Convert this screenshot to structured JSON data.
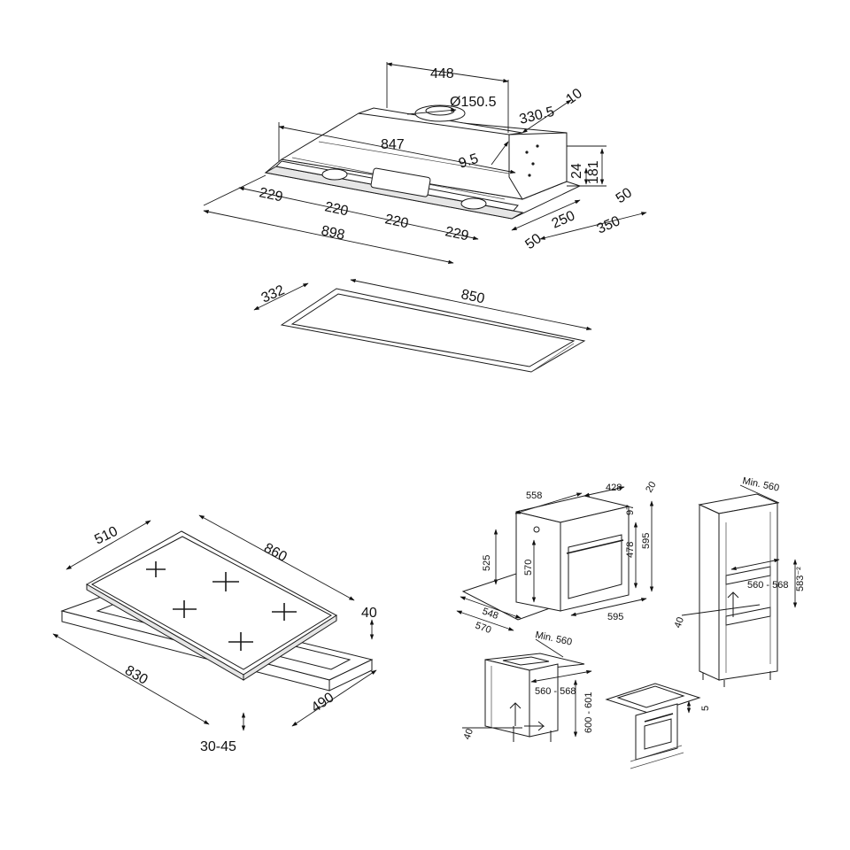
{
  "hood": {
    "w448": "448",
    "d150": "Ø150.5",
    "w10": "10",
    "w330": "330.5",
    "w847": "847",
    "w95": "9.5",
    "h24": "24",
    "h181": "181",
    "w229a": "229",
    "w220a": "220",
    "w220b": "220",
    "w229b": "229",
    "w898": "898",
    "w50a": "50",
    "w250": "250",
    "w350": "350",
    "w50b": "50"
  },
  "cutout_hood": {
    "w850": "850",
    "d332": "332"
  },
  "hob": {
    "w510": "510",
    "w860": "860",
    "h40": "40",
    "w830": "830",
    "w490": "490",
    "h3045": "30-45"
  },
  "oven": {
    "w558": "558",
    "w428": "428",
    "w20": "20",
    "h97": "97",
    "h525": "525",
    "h570": "570",
    "h478": "478",
    "h595": "595",
    "w548": "548",
    "w570": "570",
    "w595": "595"
  },
  "column": {
    "min560": "Min. 560",
    "r560568": "560 - 568",
    "h583": "583⁻²",
    "v40": "40"
  },
  "under": {
    "min560": "Min. 560",
    "r560568": "560 - 568",
    "h600601": "600 - 601",
    "v40": "40"
  },
  "mini": {
    "v5": "5"
  }
}
